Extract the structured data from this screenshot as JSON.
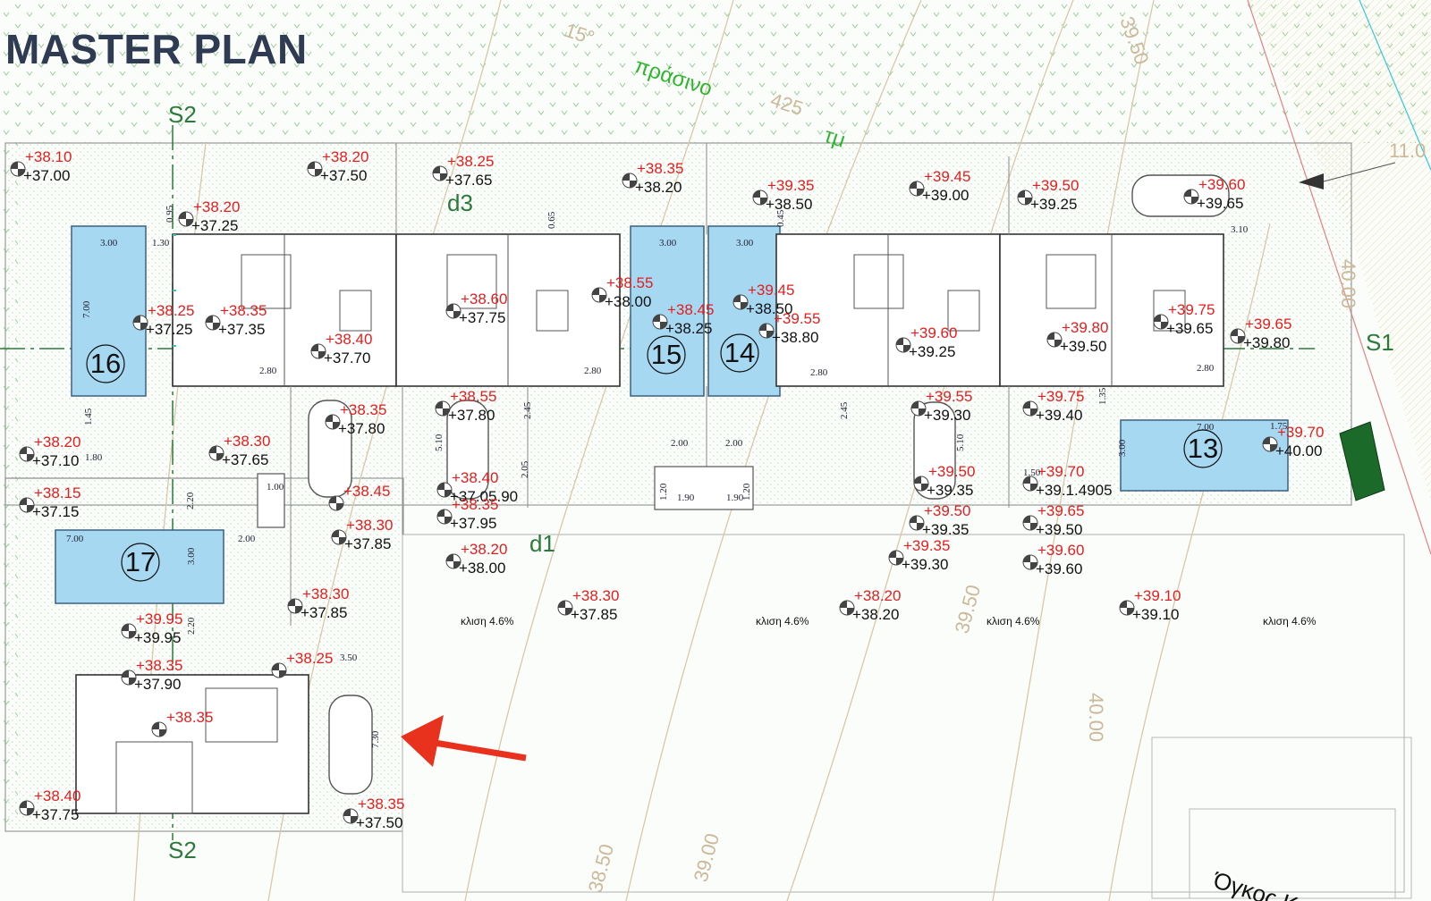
{
  "title": "MASTER PLAN",
  "green_label": "πράσινο",
  "green_area_unit": "τμ",
  "green_area_partial": "425",
  "slope_angle": "15°",
  "section_labels": [
    "S2",
    "S2",
    "S1",
    "d3",
    "d1"
  ],
  "contour_labels": [
    "39.50",
    "40.00",
    "39.50",
    "40.00",
    "39.00",
    "38.50"
  ],
  "edge_dimension": "11.0",
  "building_mass_label": "Όγκος Κ",
  "unit_numbers": [
    "16",
    "15",
    "14",
    "13",
    "17"
  ],
  "slope_labels": [
    "κλιση 4.6%",
    "κλιση 4.6%",
    "κλιση 4.6%",
    "κλιση 4.6%"
  ],
  "levels": [
    {
      "red": "+38.10",
      "black": "+37.00"
    },
    {
      "red": "+38.20",
      "black": "+37.50"
    },
    {
      "red": "+38.25",
      "black": "+37.65"
    },
    {
      "red": "+38.35",
      "black": "+38.20"
    },
    {
      "red": "+39.35",
      "black": "+38.50"
    },
    {
      "red": "+39.45",
      "black": "+39.00"
    },
    {
      "red": "+39.50",
      "black": "+39.25"
    },
    {
      "red": "+39.60",
      "black": "+39.65"
    },
    {
      "red": "+38.20",
      "black": "+37.25"
    },
    {
      "red": "+38.25",
      "black": "+37.25"
    },
    {
      "red": "+38.35",
      "black": "+37.35"
    },
    {
      "red": "+38.40",
      "black": "+37.70"
    },
    {
      "red": "+38.55",
      "black": "+38.00"
    },
    {
      "red": "+38.60",
      "black": "+37.75"
    },
    {
      "red": "+38.45",
      "black": "+38.25"
    },
    {
      "red": "+39.45",
      "black": "+38.50"
    },
    {
      "red": "+39.55",
      "black": "+38.80"
    },
    {
      "red": "+39.60",
      "black": "+39.25"
    },
    {
      "red": "+39.80",
      "black": "+39.50"
    },
    {
      "red": "+39.75",
      "black": "+39.65"
    },
    {
      "red": "+39.65",
      "black": "+39.80"
    },
    {
      "red": "+38.35",
      "black": "+37.80"
    },
    {
      "red": "+38.55",
      "black": "+37.80"
    },
    {
      "red": "+39.55",
      "black": "+39.30"
    },
    {
      "red": "+39.75",
      "black": "+39.40"
    },
    {
      "red": "+39.70",
      "black": "+40.00"
    },
    {
      "red": "+38.20",
      "black": "+37.10"
    },
    {
      "red": "+38.30",
      "black": "+37.65"
    },
    {
      "red": "+38.15",
      "black": "+37.15"
    },
    {
      "red": "+38.30",
      "black": "+37.85"
    },
    {
      "red": "+38.40",
      "black": "+37.05.90"
    },
    {
      "red": "+39.50",
      "black": "+39.35"
    },
    {
      "red": "+39.70",
      "black": "+39.1.4905"
    },
    {
      "red": "+38.30",
      "black": "+37.85"
    },
    {
      "red": "+38.35",
      "black": "+37.95"
    },
    {
      "red": "+39.50",
      "black": "+39.35"
    },
    {
      "red": "+39.65",
      "black": "+39.50"
    },
    {
      "red": "+38.20",
      "black": "+38.00"
    },
    {
      "red": "+39.35",
      "black": "+39.30"
    },
    {
      "red": "+39.60",
      "black": "+39.60"
    },
    {
      "red": "+38.30",
      "black": "+37.85"
    },
    {
      "red": "+38.20",
      "black": "+38.20"
    },
    {
      "red": "+39.10",
      "black": "+39.10"
    },
    {
      "red": "+39.95",
      "black": "+39.95"
    },
    {
      "red": "+38.25",
      "black": ""
    },
    {
      "red": "+38.35",
      "black": "+37.90"
    },
    {
      "red": "+38.35",
      "black": ""
    },
    {
      "red": "+38.40",
      "black": "+37.75"
    },
    {
      "red": "+38.35",
      "black": "+37.50"
    },
    {
      "red": "+38.45",
      "black": ""
    },
    {
      "red": "+38.30",
      "black": "+37.85"
    }
  ],
  "dimensions": [
    "3.00",
    "1.30",
    "7.00",
    "3.00",
    "3.00",
    "3.10",
    "2.80",
    "2.80",
    "2.80",
    "2.80",
    "1.45",
    "1.80",
    "2.00",
    "2.00",
    "1.90",
    "1.90",
    "7.00",
    "1.75",
    "3.00",
    "7.00",
    "2.00",
    "3.00",
    "2.20",
    "2.20",
    "3.50",
    "7.30",
    "2.45",
    "2.45",
    "5.10",
    "5.10",
    "1.20",
    "1.20",
    "1.50",
    "1.35",
    "2.05",
    "1.00",
    "0.95",
    "0.45",
    "0.65"
  ],
  "colors": {
    "red_level": "#e31e1e",
    "pool_fill": "#a7d8f2",
    "green_text": "#2fb52f",
    "arrow": "#e8321e",
    "title": "#2e3b52",
    "contour": "#d8c8a8"
  }
}
